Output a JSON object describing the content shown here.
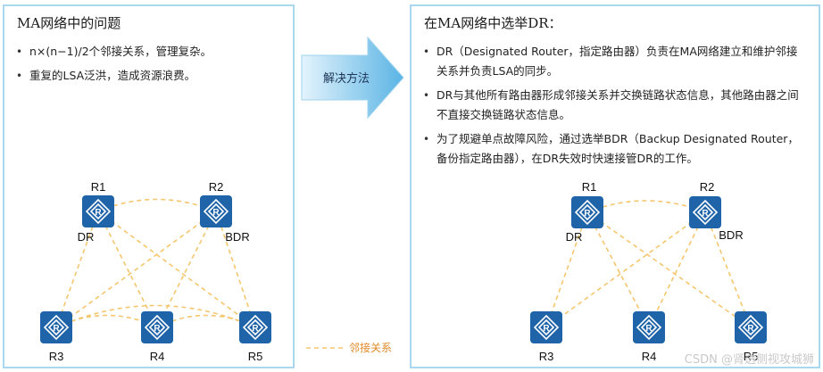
{
  "left": {
    "title": "MA网络中的问题",
    "bullets": [
      "n×(n−1)/2个邻接关系，管理复杂。",
      "重复的LSA泛洪，造成资源浪费。"
    ],
    "routers": {
      "r1": "R1",
      "r2": "R2",
      "r3": "R3",
      "r4": "R4",
      "r5": "R5"
    },
    "roles": {
      "dr": "DR",
      "bdr": "BDR"
    },
    "legend": "邻接关系"
  },
  "arrow": {
    "label": "解决方法"
  },
  "right": {
    "title": "在MA网络中选举DR：",
    "bullets": [
      "DR（Designated Router，指定路由器）负责在MA网络建立和维护邻接关系并负责LSA的同步。",
      "DR与其他所有路由器形成邻接关系并交换链路状态信息，其他路由器之间不直接交换链路状态信息。",
      "为了规避单点故障风险，通过选举BDR（Backup Designated Router，备份指定路由器），在DR失效时快速接管DR的工作。"
    ],
    "routers": {
      "r1": "R1",
      "r2": "R2",
      "r3": "R3",
      "r4": "R4",
      "r5": "R5"
    },
    "roles": {
      "dr": "DR",
      "bdr": "BDR"
    }
  },
  "watermark": "CSDN @肾透侧视攻城狮",
  "colors": {
    "router": "#1f63a8",
    "link": "#f5c66e",
    "panel_border": "#a9d7ee",
    "arrow": "#5ab4e5",
    "legend": "#e08a2a"
  }
}
